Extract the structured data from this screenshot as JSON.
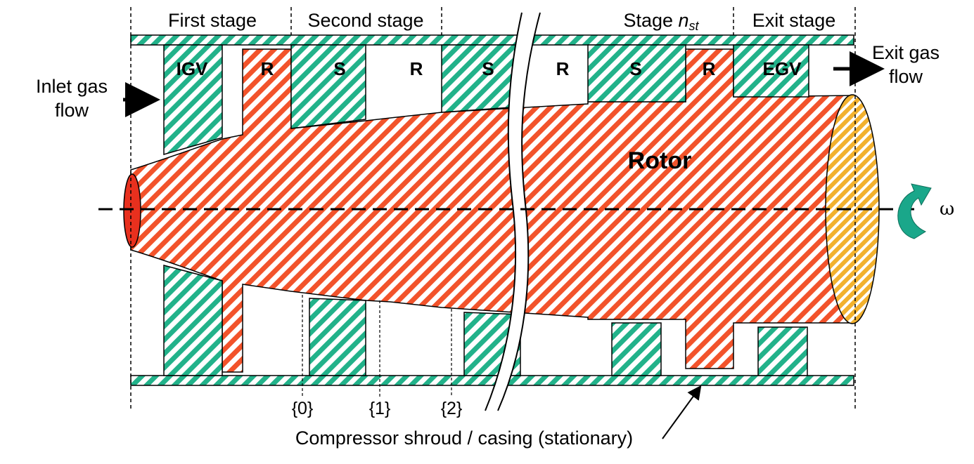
{
  "stages": {
    "first": "First stage",
    "second": "Second stage",
    "nst_prefix": "Stage ",
    "nst_var": "n",
    "nst_sub": "st",
    "exit": "Exit stage"
  },
  "blades": {
    "igv": "IGV",
    "r1": "R",
    "s1": "S",
    "r2": "R",
    "s2": "S",
    "r3": "R",
    "s3": "S",
    "r4": "R",
    "egv": "EGV"
  },
  "flow": {
    "inlet_line1": "Inlet gas",
    "inlet_line2": "flow",
    "exit_line1": "Exit gas",
    "exit_line2": "flow"
  },
  "rotor_label": "Rotor",
  "omega": "ω",
  "stations": {
    "s0": "{0}",
    "s1": "{1}",
    "s2": "{2}"
  },
  "casing_label": "Compressor shroud / casing (stationary)",
  "colors": {
    "rotor_hatch": "#f2532b",
    "stator_hatch": "#22b28a",
    "hub_inlet": "#e8301e",
    "hub_exit": "#f2b12e",
    "rotation_arrow": "#1aa78a"
  }
}
